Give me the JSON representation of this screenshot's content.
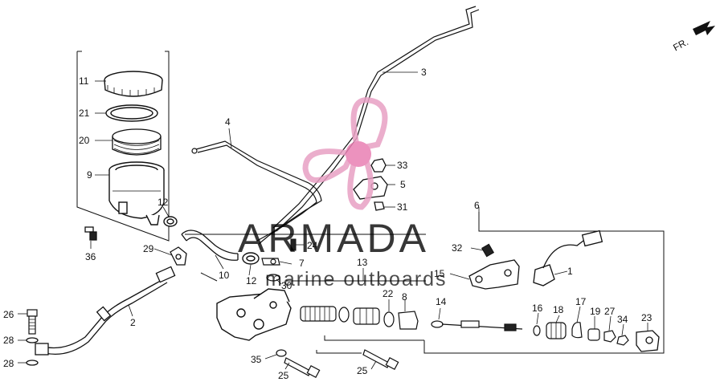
{
  "diagram": {
    "direction_label": "FR.",
    "watermark": {
      "brand": "ARMADA",
      "tagline": "marine outboards"
    },
    "callouts": [
      "11",
      "21",
      "20",
      "9",
      "12",
      "36",
      "29",
      "10",
      "12",
      "7",
      "30",
      "24",
      "26",
      "28",
      "28",
      "2",
      "4",
      "3",
      "33",
      "5",
      "31",
      "6",
      "32",
      "13",
      "15",
      "1",
      "22",
      "8",
      "14",
      "16",
      "18",
      "17",
      "19",
      "27",
      "34",
      "23",
      "35",
      "25",
      "25"
    ],
    "colors": {
      "line": "#111111",
      "watermark_pink": "#e8a0c4",
      "watermark_dot": "#e97fb3"
    }
  }
}
